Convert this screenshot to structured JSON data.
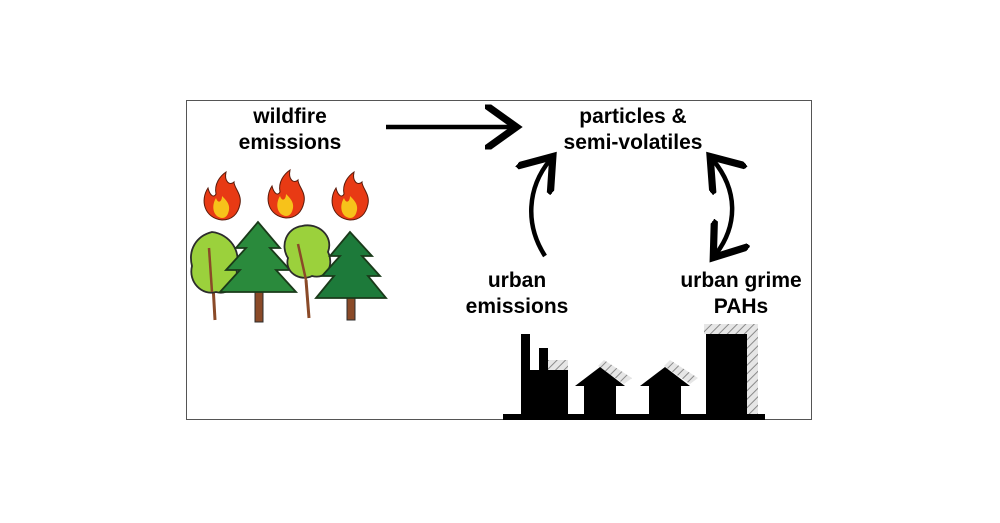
{
  "labels": {
    "wildfire": [
      "wildfire",
      "emissions"
    ],
    "particles": [
      "particles &",
      "semi-volatiles"
    ],
    "urban_emissions": [
      "urban",
      "emissions"
    ],
    "urban_grime": [
      "urban grime",
      "PAHs"
    ]
  },
  "colors": {
    "flame_outer": "#e83a14",
    "flame_inner": "#f7c21a",
    "tree_light": "#9bd13c",
    "tree_dark": "#1d7a3a",
    "trunk": "#8a4a28",
    "building": "#000000",
    "grime": "#c8c8c8"
  },
  "icons": [
    "flame-icon",
    "deciduous-tree-icon",
    "conifer-tree-icon",
    "factory-icon",
    "house-icon",
    "tower-icon",
    "arrow-icon"
  ]
}
